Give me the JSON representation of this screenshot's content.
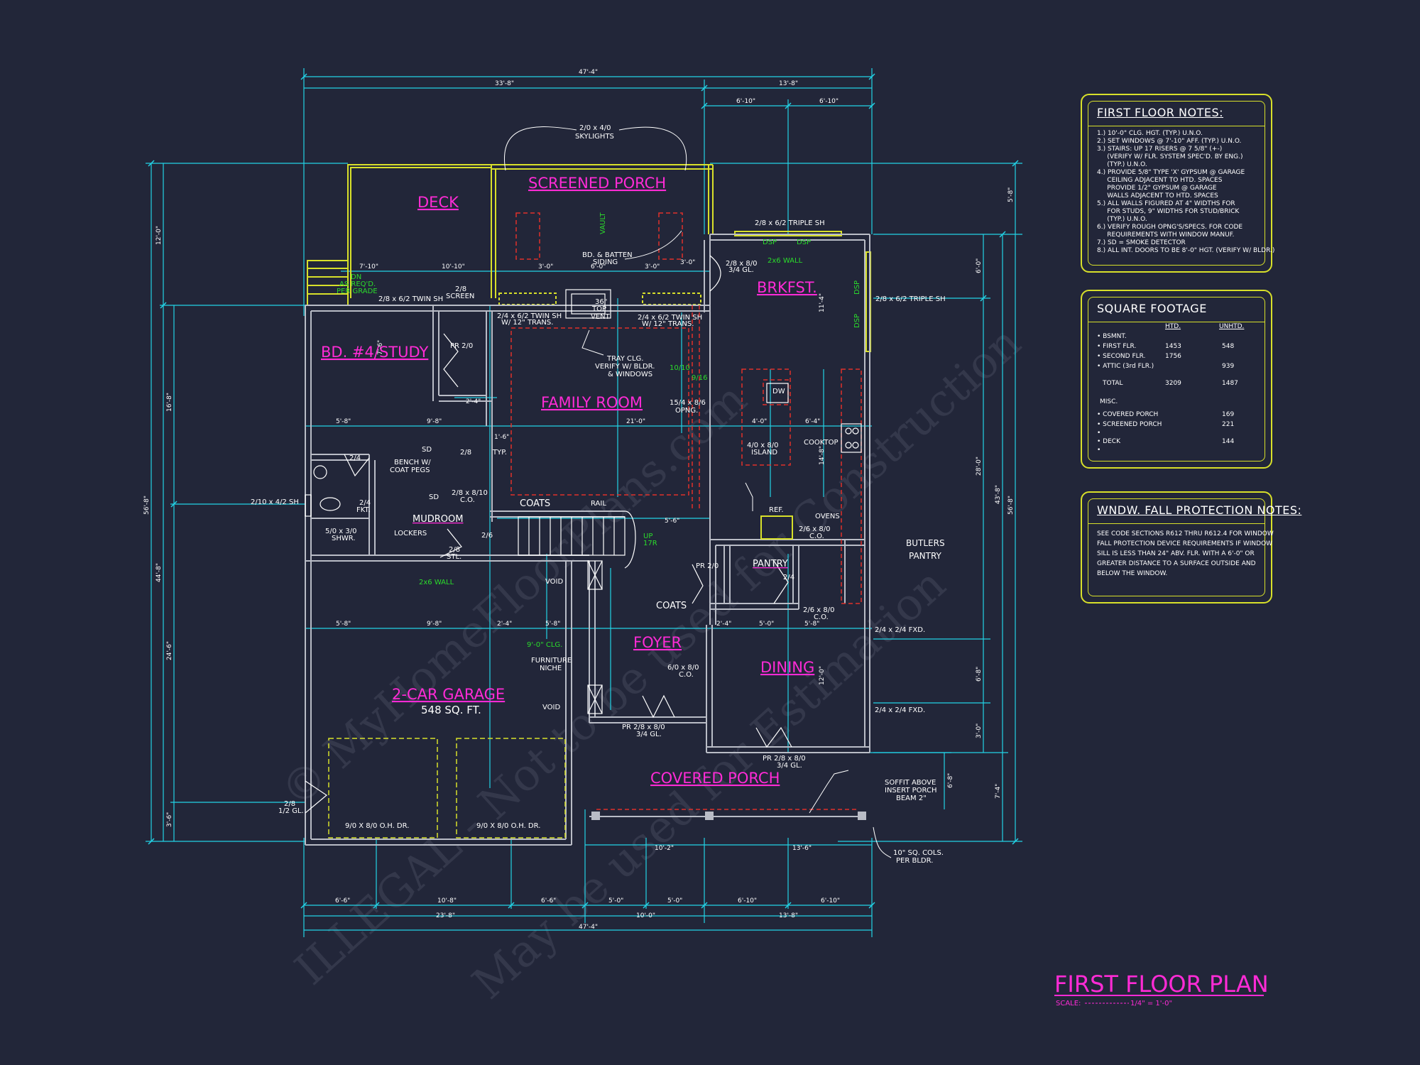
{
  "title": {
    "main": "FIRST FLOOR PLAN",
    "scale_label": "SCALE:",
    "scale_value": "1/4\" = 1'-0\""
  },
  "colors": {
    "background": "#222639",
    "wall": "#b9bcc6",
    "dimension": "#22d3e6",
    "room_label": "#ff2bd6",
    "note_text": "#ffffff",
    "green_text": "#2bdc2b",
    "yellow": "#d8e02a",
    "red_dash": "#e0302a"
  },
  "rooms": {
    "deck": "DECK",
    "screened_porch": "SCREENED PORCH",
    "brkfst": "BRKFST.",
    "bd4": "BD. #4/STUDY",
    "family_room": "FAMILY ROOM",
    "mudroom": "MUDROOM",
    "foyer": "FOYER",
    "dining": "DINING",
    "garage": "2-CAR GARAGE",
    "garage_area": "548 SQ. FT.",
    "covered_porch": "COVERED PORCH",
    "pantry": "PANTRY"
  },
  "labels": {
    "skylights_1": "2/0 x 4/0",
    "skylights_2": "SKYLIGHTS",
    "vault": "VAULT",
    "bd_batten_1": "BD. & BATTEN",
    "bd_batten_2": "SIDING",
    "top_vent_1": "36\"",
    "top_vent_2": "TOP",
    "top_vent_3": "VENT",
    "triple_sh_top": "2/8 x 6/2 TRIPLE SH",
    "dsp_1": "DSP",
    "dsp_2": "DSP",
    "dsp_3": "DSP",
    "dsp_4": "DSP",
    "door_2810_1": "2/8 x 8/0",
    "door_2810_2": "3/4 GL.",
    "wall_2x6_1": "2x6 WALL",
    "triple_sh_right": "2/8 x 6/2 TRIPLE SH",
    "dn_1": "DN",
    "dn_2": "AS REQ'D.",
    "dn_3": "PER GRADE",
    "twin_sh_left": "2/8 x 6/2 TWIN SH",
    "screen_1": "2/8",
    "screen_2": "SCREEN",
    "twin_sh_mid_1": "2/4 x 6/2 TWIN SH",
    "twin_sh_mid_2": "W/ 12\" TRANS.",
    "twin_sh_r_1": "2/4 x 6/2 TWIN SH",
    "twin_sh_r_2": "W/ 12\" TRANS.",
    "tray_1": "TRAY CLG.",
    "tray_2": "VERIFY W/ BLDR.",
    "tray_3": "& WINDOWS",
    "pr20_a": "PR 2/0",
    "d1010": "10/10",
    "d916": "9/16",
    "opng_1": "15/4 x 8/6",
    "opng_2": "OPNG.",
    "dw": "DW",
    "island_1": "4/0 x 8/0",
    "island_2": "ISLAND",
    "cooktop": "COOKTOP",
    "d24_a": "2/4",
    "d28_a": "2/8",
    "sd_1": "SD",
    "bench_1": "BENCH W/",
    "bench_2": "COAT PEGS",
    "typ": "TYP.",
    "co_28_1": "2/8 x 8/10",
    "co_28_2": "C.O.",
    "sd_2": "SD",
    "coats_1": "COATS",
    "rail": "RAIL",
    "up": "UP",
    "d17r": "17R",
    "sh_2142": "2/10 x 4/2 SH",
    "fkt_1": "2/4",
    "fkt_2": "FKT.",
    "shwr_1": "5/0 x 3/0",
    "shwr_2": "SHWR.",
    "lockers": "LOCKERS",
    "stl_1": "2/8",
    "stl_2": "STL.",
    "d26": "2/6",
    "wall_2x6_2": "2x6 WALL",
    "void_1": "VOID",
    "void_2": "VOID",
    "ref": "REF.",
    "ovens": "OVENS",
    "co_26_1": "2/6 x 8/0",
    "co_26_2": "C.O.",
    "butlers_1": "BUTLERS",
    "butlers_2": "PANTRY",
    "pr20_b": "PR 2/0",
    "d24_b": "2/4",
    "coats_2": "COATS",
    "co_26b_1": "2/6 x 8/0",
    "co_26b_2": "C.O.",
    "fxd_1": "2/4 x 2/4 FXD.",
    "fxd_2": "2/4 x 2/4 FXD.",
    "clg_9": "9'-0\" CLG.",
    "niche_1": "FURNITURE",
    "niche_2": "NICHE",
    "co_61_1": "6/0 x 8/0",
    "co_61_2": "C.O.",
    "pr28_1": "PR 2/8 x 8/0",
    "pr28_2": "3/4 GL.",
    "pr28b_1": "PR 2/8 x 8/0",
    "pr28b_2": "3/4 GL.",
    "soffit_1": "SOFFIT ABOVE",
    "soffit_2": "INSERT PORCH",
    "soffit_3": "BEAM 2\"",
    "cols_1": "10\" SQ. COLS.",
    "cols_2": "PER BLDR.",
    "gar_door_1": "9/0 X 8/0 O.H. DR.",
    "gar_door_2": "9/0 X 8/0 O.H. DR.",
    "gar_side_1": "2/8",
    "gar_side_2": "1/2 GL."
  },
  "dimensions": {
    "top_overall": "47'-4\"",
    "top_left": "33'-8\"",
    "top_right": "13'-8\"",
    "top_r1": "6'-10\"",
    "top_r2": "6'-10\"",
    "bot_d1": "6'-6\"",
    "bot_d2": "10'-8\"",
    "bot_d3": "6'-6\"",
    "bot_d4": "5'-0\"",
    "bot_d5": "5'-0\"",
    "bot_d6": "6'-10\"",
    "bot_d7": "6'-10\"",
    "bot_c1": "10'-2\"",
    "bot_c2": "13'-6\"",
    "bot_left": "23'-8\"",
    "bot_mid": "10'-0\"",
    "bot_right": "13'-8\"",
    "bot_overall": "47'-4\"",
    "left_overall": "56'-8\"",
    "left_a": "12'-0\"",
    "left_b": "44'-8\"",
    "left_c": "16'-8\"",
    "left_d": "24'-6\"",
    "left_e": "3'-6\"",
    "right_overall": "56'-8\"",
    "right_a": "43'-8\"",
    "right_b": "5'-8\"",
    "right_c": "28'-0\"",
    "right_d": "7'-4\"",
    "right_e": "6'-0\"",
    "right_f": "6'-8\"",
    "right_g": "3'-0\"",
    "right_h": "6'-8\"",
    "int_1": "7'-10\"",
    "int_2": "10'-10\"",
    "int_3": "3'-0\"",
    "int_4": "6'-0\"",
    "int_5": "3'-0\"",
    "int_6": "3'-0\"",
    "int_7": "5'-8\"",
    "int_8": "9'-8\"",
    "int_9": "21'-0\"",
    "int_10": "6'-4\"",
    "int_11": "4'-0\"",
    "int_12": "5'-8\"",
    "int_13": "9'-8\"",
    "int_14": "2'-4\"",
    "int_15": "5'-8\"",
    "int_16": "2'-4\"",
    "int_17": "5'-0\"",
    "int_18": "5'-8\"",
    "int_19": "1'-6\"",
    "int_20": "2'-4\"",
    "int_21": "5'-6\"",
    "int_22": "7'-6\"",
    "int_23": "11'-4\"",
    "int_24": "12'-0\"",
    "int_25": "14'-8\""
  },
  "first_floor_notes": {
    "title": "FIRST FLOOR NOTES:",
    "items": [
      "1.) 10'-0\" CLG. HGT. (TYP.) U.N.O.",
      "2.) SET WINDOWS @ 7'-10\" AFF. (TYP.) U.N.O.",
      "3.) STAIRS: UP 17 RISERS @ 7 5/8\" (+-)",
      "     (VERIFY W/ FLR. SYSTEM SPEC'D. BY ENG.)",
      "     (TYP.) U.N.O.",
      "4.) PROVIDE 5/8\" TYPE 'X' GYPSUM @ GARAGE",
      "     CEILING ADJACENT TO HTD. SPACES",
      "     PROVIDE 1/2\" GYPSUM @ GARAGE",
      "     WALLS ADJACENT TO HTD. SPACES",
      "5.) ALL WALLS FIGURED AT 4\" WIDTHS FOR",
      "     FOR STUDS, 9\" WIDTHS FOR STUD/BRICK",
      "     (TYP.) U.N.O.",
      "6.) VERIFY ROUGH OPNG'S/SPECS. FOR CODE",
      "     REQUIREMENTS WITH WINDOW MANUF.",
      "7.) SD = SMOKE DETECTOR",
      "8.) ALL INT. DOORS TO BE 8'-0\" HGT. (VERIFY W/ BLDR.)"
    ]
  },
  "square_footage": {
    "title": "SQUARE FOOTAGE",
    "col_htd": "HTD.",
    "col_unhtd": "UNHTD.",
    "rows": [
      {
        "label": "• BSMNT.",
        "htd": "",
        "unhtd": ""
      },
      {
        "label": "• FIRST FLR.",
        "htd": "1453",
        "unhtd": "548"
      },
      {
        "label": "• SECOND FLR.",
        "htd": "1756",
        "unhtd": ""
      },
      {
        "label": "• ATTIC (3rd FLR.)",
        "htd": "",
        "unhtd": "939"
      },
      {
        "label": "TOTAL",
        "htd": "3209",
        "unhtd": "1487"
      },
      {
        "label": "MISC.",
        "htd": "",
        "unhtd": ""
      },
      {
        "label": "• COVERED PORCH",
        "htd": "",
        "unhtd": "169"
      },
      {
        "label": "• SCREENED PORCH",
        "htd": "",
        "unhtd": "221"
      },
      {
        "label": "•",
        "htd": "",
        "unhtd": ""
      },
      {
        "label": "• DECK",
        "htd": "",
        "unhtd": "144"
      },
      {
        "label": "•",
        "htd": "",
        "unhtd": ""
      }
    ]
  },
  "fall_protection": {
    "title": "WNDW. FALL PROTECTION NOTES:",
    "items": [
      "SEE CODE SECTIONS R612 THRU R612.4 FOR WINDOW",
      "FALL PROTECTION DEVICE REQUIREMENTS IF WINDOW",
      "SILL IS LESS THAN 24\" ABV. FLR. WITH A 6'-0\" OR",
      "GREATER DISTANCE TO A SURFACE OUTSIDE AND",
      "BELOW THE WINDOW."
    ]
  },
  "watermark": {
    "line_1": "© MyHomeFloorPlans.com",
    "line_2": "ILLEGAL - Not to be used for Construction",
    "line_3": "May be used for Estimation"
  }
}
